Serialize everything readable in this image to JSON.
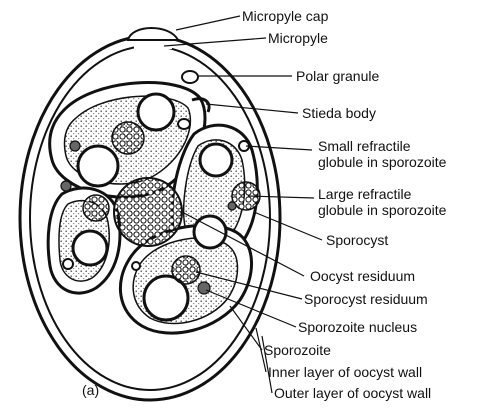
{
  "diagram": {
    "panel_label": "(a)",
    "labels": {
      "micropyle_cap": "Micropyle cap",
      "micropyle": "Micropyle",
      "polar_granule": "Polar granule",
      "stieda_body": "Stieda body",
      "small_refractile_1": "Small refractile",
      "small_refractile_2": "globule in sporozoite",
      "large_refractile_1": "Large refractile",
      "large_refractile_2": "globule in sporozoite",
      "sporocyst": "Sporocyst",
      "oocyst_residuum": "Oocyst residuum",
      "sporocyst_residuum": "Sporocyst residuum",
      "sporozoite_nucleus": "Sporozoite nucleus",
      "sporozoite": "Sporozoite",
      "inner_wall": "Inner layer of oocyst wall",
      "outer_wall": "Outer layer of oocyst wall"
    },
    "colors": {
      "ink": "#111111",
      "paper": "#ffffff",
      "stipple": "#8a8a8a"
    }
  }
}
